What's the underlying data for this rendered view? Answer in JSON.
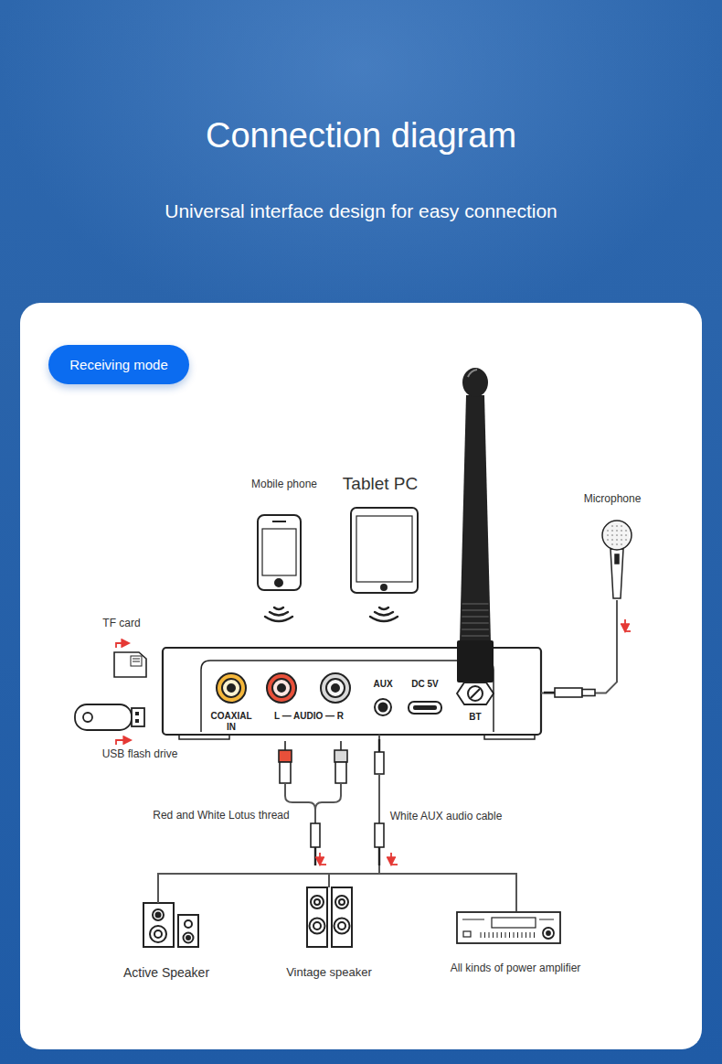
{
  "diagram": {
    "title": "Connection diagram",
    "nodes": [
      {
        "text": [
          "Receiving mode"
        ]
      },
      {
        "text": [
          "Mobile phone"
        ]
      },
      {
        "text": [
          "Tablet PC"
        ]
      },
      {
        "text": [
          "Microphone"
        ]
      },
      {
        "text": [
          "TF card"
        ]
      },
      {
        "text": [
          "COAXIAL IN",
          "L — AUDIO — R",
          "AUX",
          "DC 5V",
          "BT"
        ]
      },
      {
        "text": [
          "USB flash drive"
        ]
      },
      {
        "text": [
          "Active Speaker"
        ]
      },
      {
        "text": [
          "Vintage speaker"
        ]
      },
      {
        "text": [
          "All kinds of power amplifier"
        ]
      }
    ],
    "edges": [
      {
        "from": 3,
        "to": 5,
        "arrow": "none"
      },
      {
        "from": 5,
        "to": 7,
        "arrow": "none"
      },
      {
        "from": 5,
        "to": 8,
        "arrow": "none"
      },
      {
        "from": 5,
        "to": 9,
        "arrow": "none"
      }
    ],
    "labels": [
      "Universal interface design for easy connection",
      "Red and White Lotus thread",
      "White AUX audio cable"
    ]
  }
}
